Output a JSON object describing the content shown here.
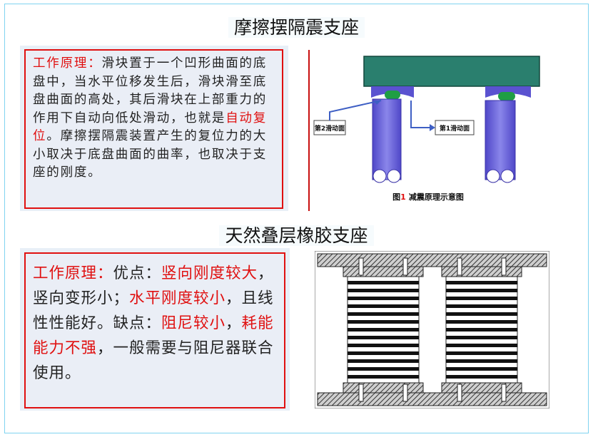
{
  "section1": {
    "title": "摩擦摆隔震支座",
    "label": "工作原理：",
    "text_a": "滑块置于一个凹形曲面的底盘中，当水平位移发生后，滑块滑至底盘曲面的高处，其后滑块在上部重力的作用下自动向低处滑动，也就是",
    "highlight": "自动复位",
    "text_b": "。摩擦摆隔震装置产生的复位力的大小取决于底盘曲面的曲率，也取决于支座的刚度。",
    "figure": {
      "label_left": "第2滑动面",
      "label_right": "第1滑动面",
      "caption_prefix": "图",
      "caption_num": "1",
      "caption_text": "减震原理示意图"
    }
  },
  "section2": {
    "title": "天然叠层橡胶支座",
    "label": "工作原理：",
    "pros_label": "优点：",
    "pro1": "竖向刚度较大",
    "sep1": "，竖向变形小；",
    "pro2": "水平刚度较小",
    "sep2": "，且线性性能好。缺点：",
    "con1": "阻尼较小",
    "sep3": "，",
    "con2": "耗能能力不强",
    "sep4": "，一般需要与阻尼器联合使用。"
  },
  "colors": {
    "accent_red": "#e01010",
    "frame_blue": "#7fd3f0",
    "panel_bg": "#e8eff7",
    "beam_teal": "#2a7f6e",
    "column_purple": "#6a64d8",
    "slider_green": "#20b54a"
  }
}
